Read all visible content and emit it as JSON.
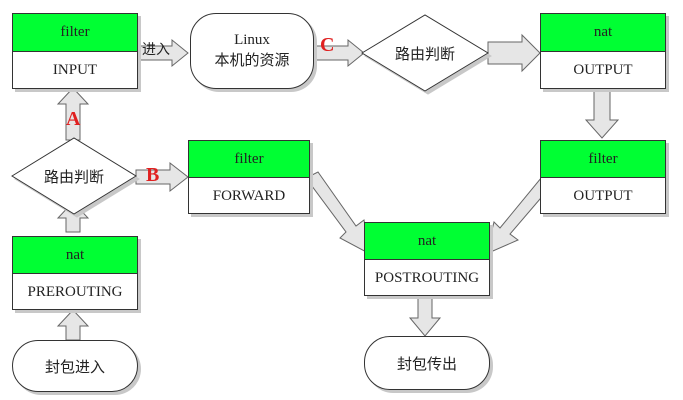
{
  "boxes": {
    "input": {
      "head": "filter",
      "body": "INPUT"
    },
    "output_nat": {
      "head": "nat",
      "body": "OUTPUT"
    },
    "forward": {
      "head": "filter",
      "body": "FORWARD"
    },
    "output_filt": {
      "head": "filter",
      "body": "OUTPUT"
    },
    "postrouting": {
      "head": "nat",
      "body": "POSTROUTING"
    },
    "prerouting": {
      "head": "nat",
      "body": "PREROUTING"
    }
  },
  "ovals": {
    "linux_line1": "Linux",
    "linux_line2": "本机的资源",
    "packet_in": "封包进入",
    "packet_out": "封包传出"
  },
  "diamonds": {
    "top": "路由判断",
    "left": "路由判断"
  },
  "labels": {
    "enter": "进入",
    "A": "A",
    "B": "B",
    "C": "C"
  },
  "colors": {
    "chain_head": "#00ff33",
    "arrow_fill": "#e6e6e6",
    "letter": "#e02020"
  }
}
